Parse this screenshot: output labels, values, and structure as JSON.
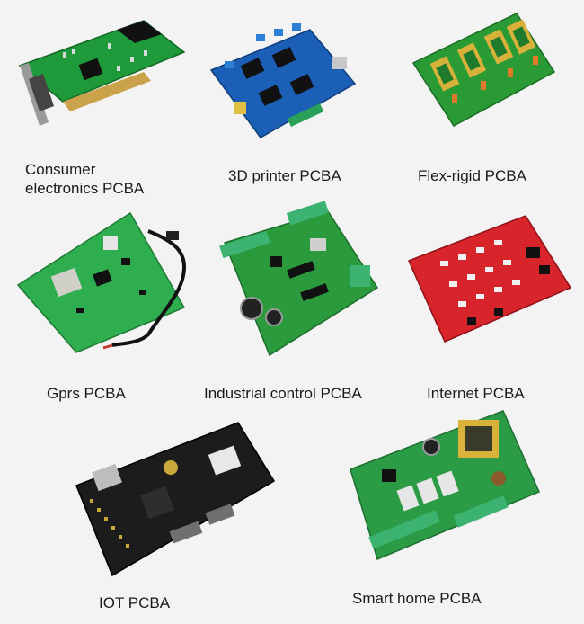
{
  "products": [
    {
      "id": "consumer",
      "label": "Consumer\nelectronics PCBA"
    },
    {
      "id": "printer3d",
      "label": "3D printer PCBA"
    },
    {
      "id": "flexrigid",
      "label": "Flex-rigid PCBA"
    },
    {
      "id": "gprs",
      "label": "Gprs PCBA"
    },
    {
      "id": "industrial",
      "label": "Industrial control PCBA"
    },
    {
      "id": "internet",
      "label": "Internet PCBA"
    },
    {
      "id": "iot",
      "label": "IOT PCBA"
    },
    {
      "id": "smarthome",
      "label": "Smart home PCBA"
    }
  ],
  "colors": {
    "background": "#f3f3f3",
    "green_board": "#1f9a3a",
    "blue_board": "#1b5fb6",
    "red_board": "#d8242b",
    "black_board": "#1c1c1c",
    "text": "#1a1a1a"
  }
}
